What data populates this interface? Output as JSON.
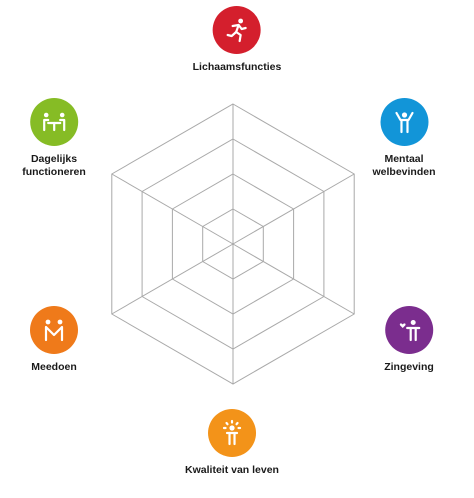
{
  "diagram": {
    "rings": 4,
    "dimensions": [
      {
        "key": "lichaamsfuncties",
        "lines": [
          "Lichaamsfuncties"
        ],
        "color": "#d41f2d",
        "icon": "running-person-icon"
      },
      {
        "key": "mentaal",
        "lines": [
          "Mentaal",
          "welbevinden"
        ],
        "color": "#1295d8",
        "icon": "person-arms-raised-icon"
      },
      {
        "key": "zingeving",
        "lines": [
          "Zingeving"
        ],
        "color": "#7b2d8e",
        "icon": "person-heart-icon"
      },
      {
        "key": "kwaliteit",
        "lines": [
          "Kwaliteit van leven"
        ],
        "color": "#f39319",
        "icon": "person-radiant-icon"
      },
      {
        "key": "meedoen",
        "lines": [
          "Meedoen"
        ],
        "color": "#ef7a1a",
        "icon": "two-people-icon"
      },
      {
        "key": "dagelijks",
        "lines": [
          "Dagelijks",
          "functioneren"
        ],
        "color": "#86bc25",
        "icon": "people-at-table-icon"
      }
    ]
  }
}
